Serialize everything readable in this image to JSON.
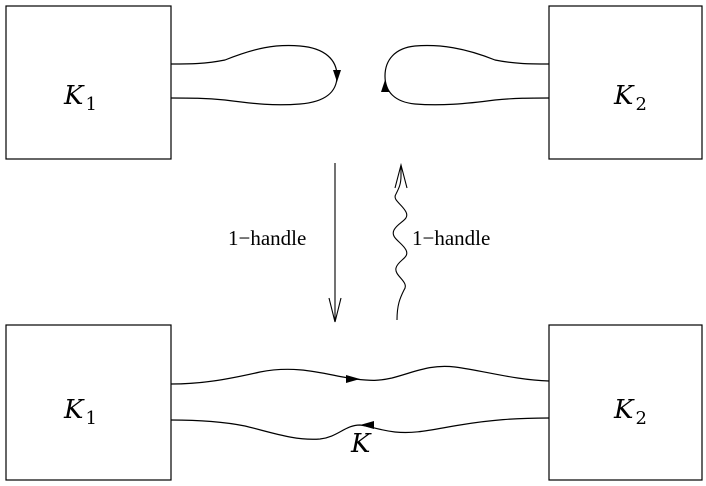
{
  "top": {
    "left_box": {
      "symbol": "K",
      "subscript": "1"
    },
    "right_box": {
      "symbol": "K",
      "subscript": "2"
    }
  },
  "bottom": {
    "left_box": {
      "symbol": "K",
      "subscript": "1"
    },
    "right_box": {
      "symbol": "K",
      "subscript": "2"
    },
    "knot_label": "K"
  },
  "transitions": {
    "down_label": "1−handle",
    "up_label": "1−handle"
  }
}
